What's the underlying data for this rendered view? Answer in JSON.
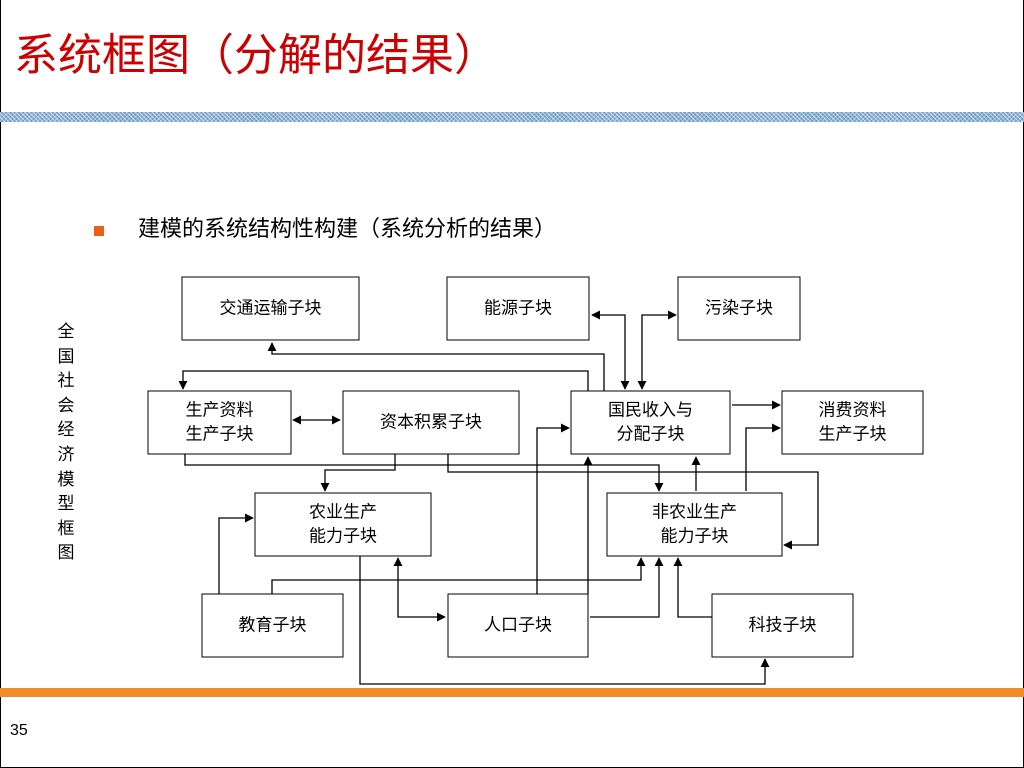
{
  "slide": {
    "title": "系统框图（分解的结果）",
    "bullet": "建模的系统结构性构建（系统分析的结果）",
    "side_label": "全国社会经济模型框图",
    "page_number": "35",
    "colors": {
      "title": "#cc0000",
      "bullet_marker": "#e8601c",
      "top_band": "#8fb6d6",
      "bottom_band": "#f08c2c"
    }
  },
  "diagram": {
    "nodes": [
      {
        "id": "transport",
        "lines": [
          "交通运输子块"
        ]
      },
      {
        "id": "energy",
        "lines": [
          "能源子块"
        ]
      },
      {
        "id": "pollution",
        "lines": [
          "污染子块"
        ]
      },
      {
        "id": "prod_means",
        "lines": [
          "生产资料",
          "生产子块"
        ]
      },
      {
        "id": "capital",
        "lines": [
          "资本积累子块"
        ]
      },
      {
        "id": "income",
        "lines": [
          "国民收入与",
          "分配子块"
        ]
      },
      {
        "id": "consumer",
        "lines": [
          "消费资料",
          "生产子块"
        ]
      },
      {
        "id": "agri",
        "lines": [
          "农业生产",
          "能力子块"
        ]
      },
      {
        "id": "nonagri",
        "lines": [
          "非农业生产",
          "能力子块"
        ]
      },
      {
        "id": "education",
        "lines": [
          "教育子块"
        ]
      },
      {
        "id": "population",
        "lines": [
          "人口子块"
        ]
      },
      {
        "id": "tech",
        "lines": [
          "科技子块"
        ]
      }
    ]
  }
}
